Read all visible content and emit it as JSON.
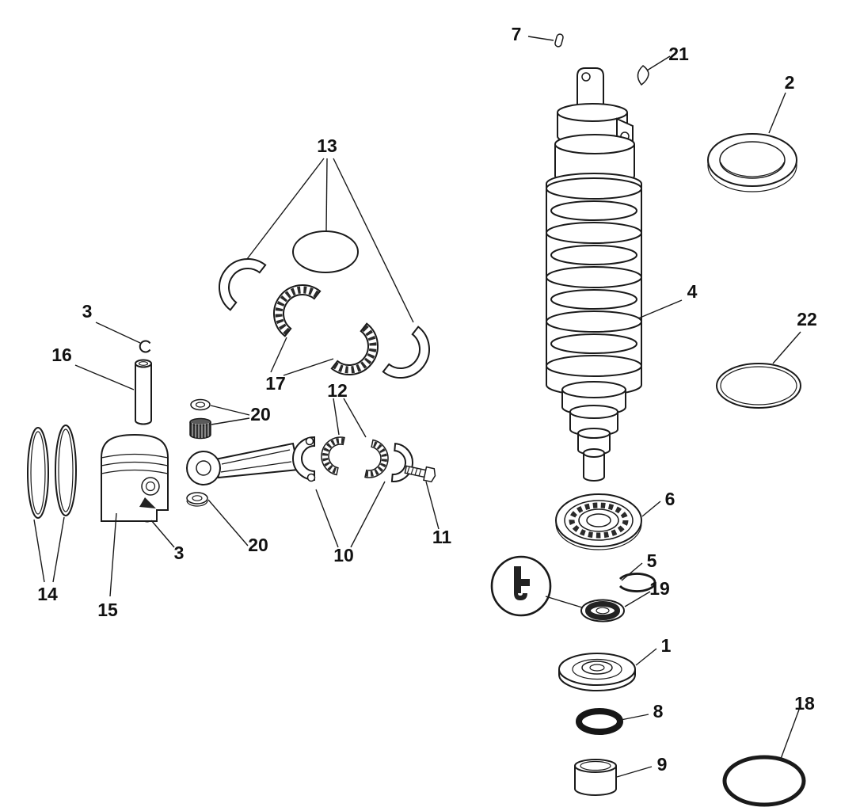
{
  "diagram": {
    "colors": {
      "ink": "#1a1a1a",
      "paper": "#ffffff",
      "dark": "#222222"
    },
    "callouts": [
      {
        "text": "7"
      },
      {
        "text": "21"
      },
      {
        "text": "2"
      },
      {
        "text": "13"
      },
      {
        "text": "4"
      },
      {
        "text": "22"
      },
      {
        "text": "3"
      },
      {
        "text": "16"
      },
      {
        "text": "17"
      },
      {
        "text": "12"
      },
      {
        "text": "20"
      },
      {
        "text": "11"
      },
      {
        "text": "10"
      },
      {
        "text": "20"
      },
      {
        "text": "3"
      },
      {
        "text": "6"
      },
      {
        "text": "5"
      },
      {
        "text": "19"
      },
      {
        "text": "1"
      },
      {
        "text": "8"
      },
      {
        "text": "9"
      },
      {
        "text": "18"
      },
      {
        "text": "14"
      },
      {
        "text": "15"
      }
    ]
  }
}
